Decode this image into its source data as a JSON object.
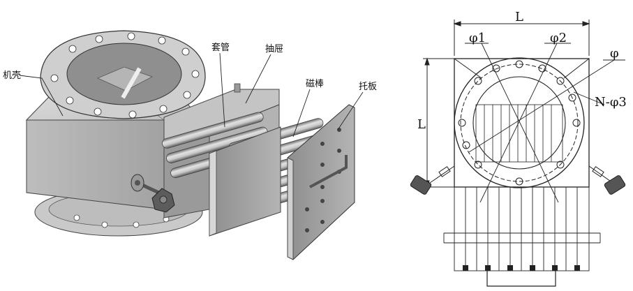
{
  "iso_view": {
    "labels": {
      "housing": "机壳",
      "sleeve": "套管",
      "drawer": "抽屉",
      "magnetic_rod": "磁棒",
      "support_plate": "托板"
    }
  },
  "front_view": {
    "labels": {
      "width": "L",
      "height": "L",
      "phi1": "φ1",
      "phi2": "φ2",
      "phi": "φ",
      "n_phi3": "N-φ3"
    }
  },
  "colors": {
    "metal_light": "#d9d9d9",
    "metal_mid": "#a6a6a6",
    "metal_dark": "#6f6f6f",
    "line": "#1a1a1a"
  }
}
